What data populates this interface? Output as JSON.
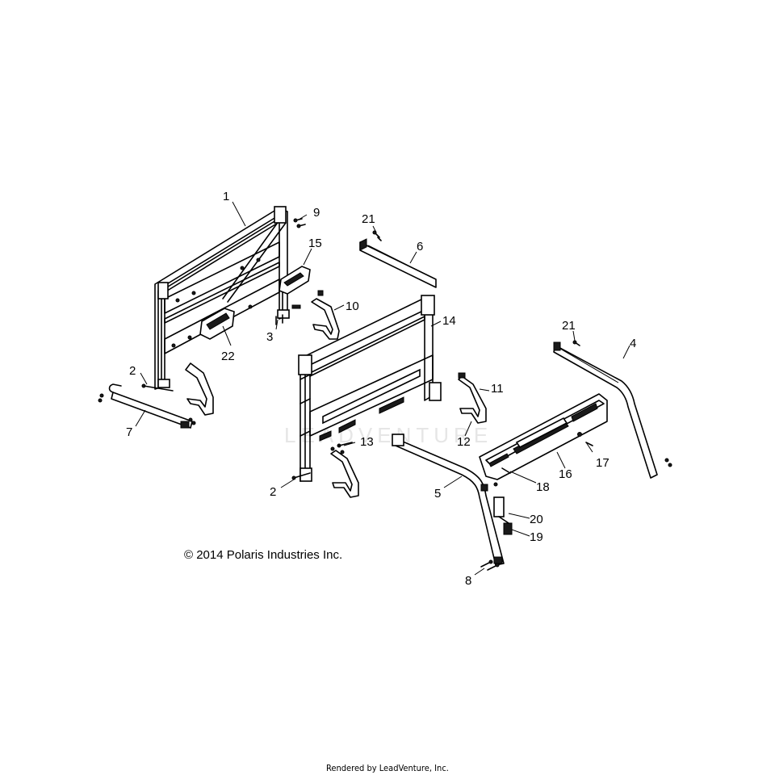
{
  "callouts": {
    "c1": "1",
    "c2a": "2",
    "c2b": "2",
    "c3": "3",
    "c4": "4",
    "c5": "5",
    "c6": "6",
    "c7": "7",
    "c8": "8",
    "c9": "9",
    "c10": "10",
    "c11": "11",
    "c12": "12",
    "c13": "13",
    "c14": "14",
    "c15": "15",
    "c16": "16",
    "c17": "17",
    "c18": "18",
    "c19": "19",
    "c20": "20",
    "c21a": "21",
    "c21b": "21",
    "c22": "22"
  },
  "copyright": "© 2014 Polaris Industries Inc.",
  "footer": "Rendered by LeadVenture, Inc.",
  "watermark": "LEADVENTURE"
}
